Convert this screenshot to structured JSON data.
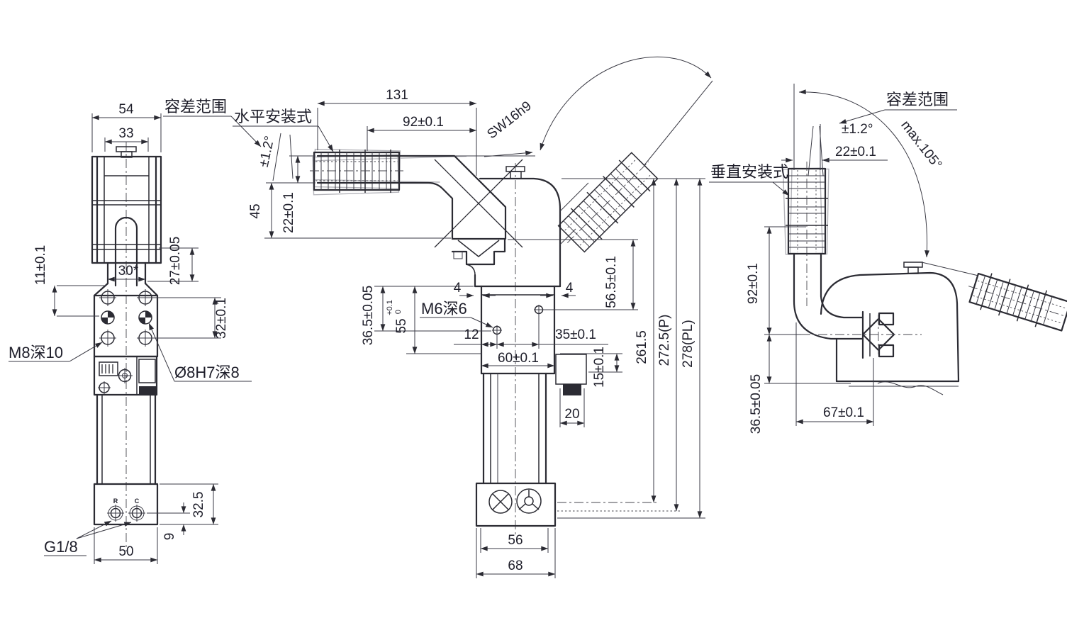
{
  "drawing": {
    "type": "engineering-dimension-drawing",
    "line_color": "#2b2b33",
    "background": "#ffffff",
    "lv": {
      "view": "left-side-view",
      "dims": {
        "d54": "54",
        "d33": "33",
        "d11": "11±0.1",
        "d30": "30*",
        "d27": "27±0.05",
        "d32": "32±0.1",
        "m8": "M8深10",
        "dowel": "Ø8H7深8",
        "d325": "32.5",
        "d9": "9",
        "g18": "G1/8",
        "d50": "50",
        "port_r": "R",
        "port_c": "C"
      }
    },
    "mv": {
      "view": "front-view-horizontal-mount",
      "labels": {
        "tolerance": "容差范围",
        "mount": "水平安装式",
        "hex": "SW16h9",
        "angle_tol": "±1.2°",
        "m6": "M6深6"
      },
      "dims": {
        "d131": "131",
        "d92": "92±0.1",
        "d45": "45",
        "d22": "22±0.1",
        "d365": "36.5±0.05",
        "d55": "55",
        "d55up": "+0.1",
        "d55dn": "0",
        "d4l": "4",
        "d4r": "4",
        "d12": "12",
        "d35": "35±0.1",
        "d60": "60±0.1",
        "d15": "15±0.1",
        "d565": "56.5±0.1",
        "d20": "20",
        "d2615": "261.5",
        "d2725": "272.5(P)",
        "d278": "278(PL)",
        "d56": "56",
        "d68": "68"
      }
    },
    "rv": {
      "view": "right-side-view-vertical-mount",
      "labels": {
        "tolerance": "容差范围",
        "mount": "垂直安装式",
        "angle_tol": "±1.2°",
        "max_angle": "max.105°"
      },
      "dims": {
        "d22": "22±0.1",
        "d92": "92±0.1",
        "d365": "36.5±0.05",
        "d67": "67±0.1"
      }
    }
  }
}
